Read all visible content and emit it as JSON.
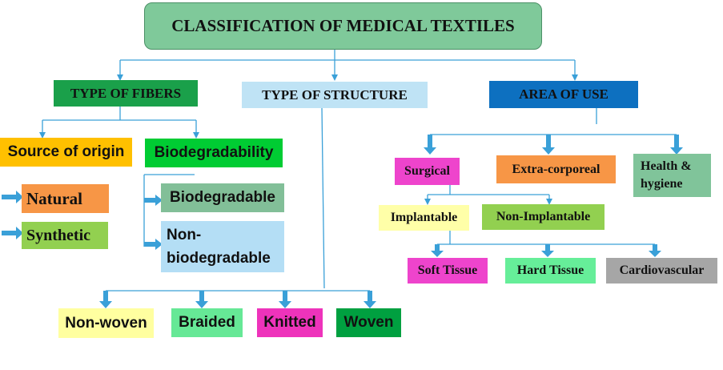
{
  "title": "CLASSIFICATION OF MEDICAL TEXTILES",
  "categories": {
    "fibers": "TYPE OF FIBERS",
    "structure": "TYPE OF STRUCTURE",
    "use": "AREA OF USE"
  },
  "fibers": {
    "source": "Source of origin",
    "natural": "Natural",
    "synthetic": "Synthetic",
    "biodegradability": "Biodegradability",
    "biodegradable": "Biodegradable",
    "non_biodegradable_line1": "Non-",
    "non_biodegradable_line2": "biodegradable"
  },
  "structure": {
    "nonwoven": "Non-woven",
    "braided": "Braided",
    "knitted": "Knitted",
    "woven": "Woven"
  },
  "use": {
    "surgical": "Surgical",
    "extra": "Extra-corporeal",
    "health_line1": "Health &",
    "health_line2": "hygiene",
    "implantable": "Implantable",
    "non_implantable": "Non-Implantable",
    "soft": "Soft Tissue",
    "hard": "Hard Tissue",
    "cardio": "Cardiovascular"
  },
  "colors": {
    "title_bg": "#7fc99a",
    "fibers_bg": "#1aa04a",
    "structure_bg": "#bfe3f5",
    "use_bg": "#0d70c0",
    "source_bg": "#ffc000",
    "natural_bg": "#f79646",
    "synthetic_bg": "#92d050",
    "biodeg_bg": "#00cc33",
    "biodegradable_bg": "#82bf98",
    "nonbio_bg": "#b4def5",
    "nonwoven_bg": "#ffffa0",
    "braided_bg": "#66e896",
    "knitted_bg": "#ee33bb",
    "woven_bg": "#00a040",
    "surgical_bg": "#ee44cc",
    "extra_bg": "#f79646",
    "health_bg": "#80c49a",
    "implantable_bg": "#ffffa8",
    "nonimpl_bg": "#92d050",
    "soft_bg": "#ee44cc",
    "hard_bg": "#66ee99",
    "cardio_bg": "#a6a6a6",
    "connector": "#3aa0d8"
  }
}
